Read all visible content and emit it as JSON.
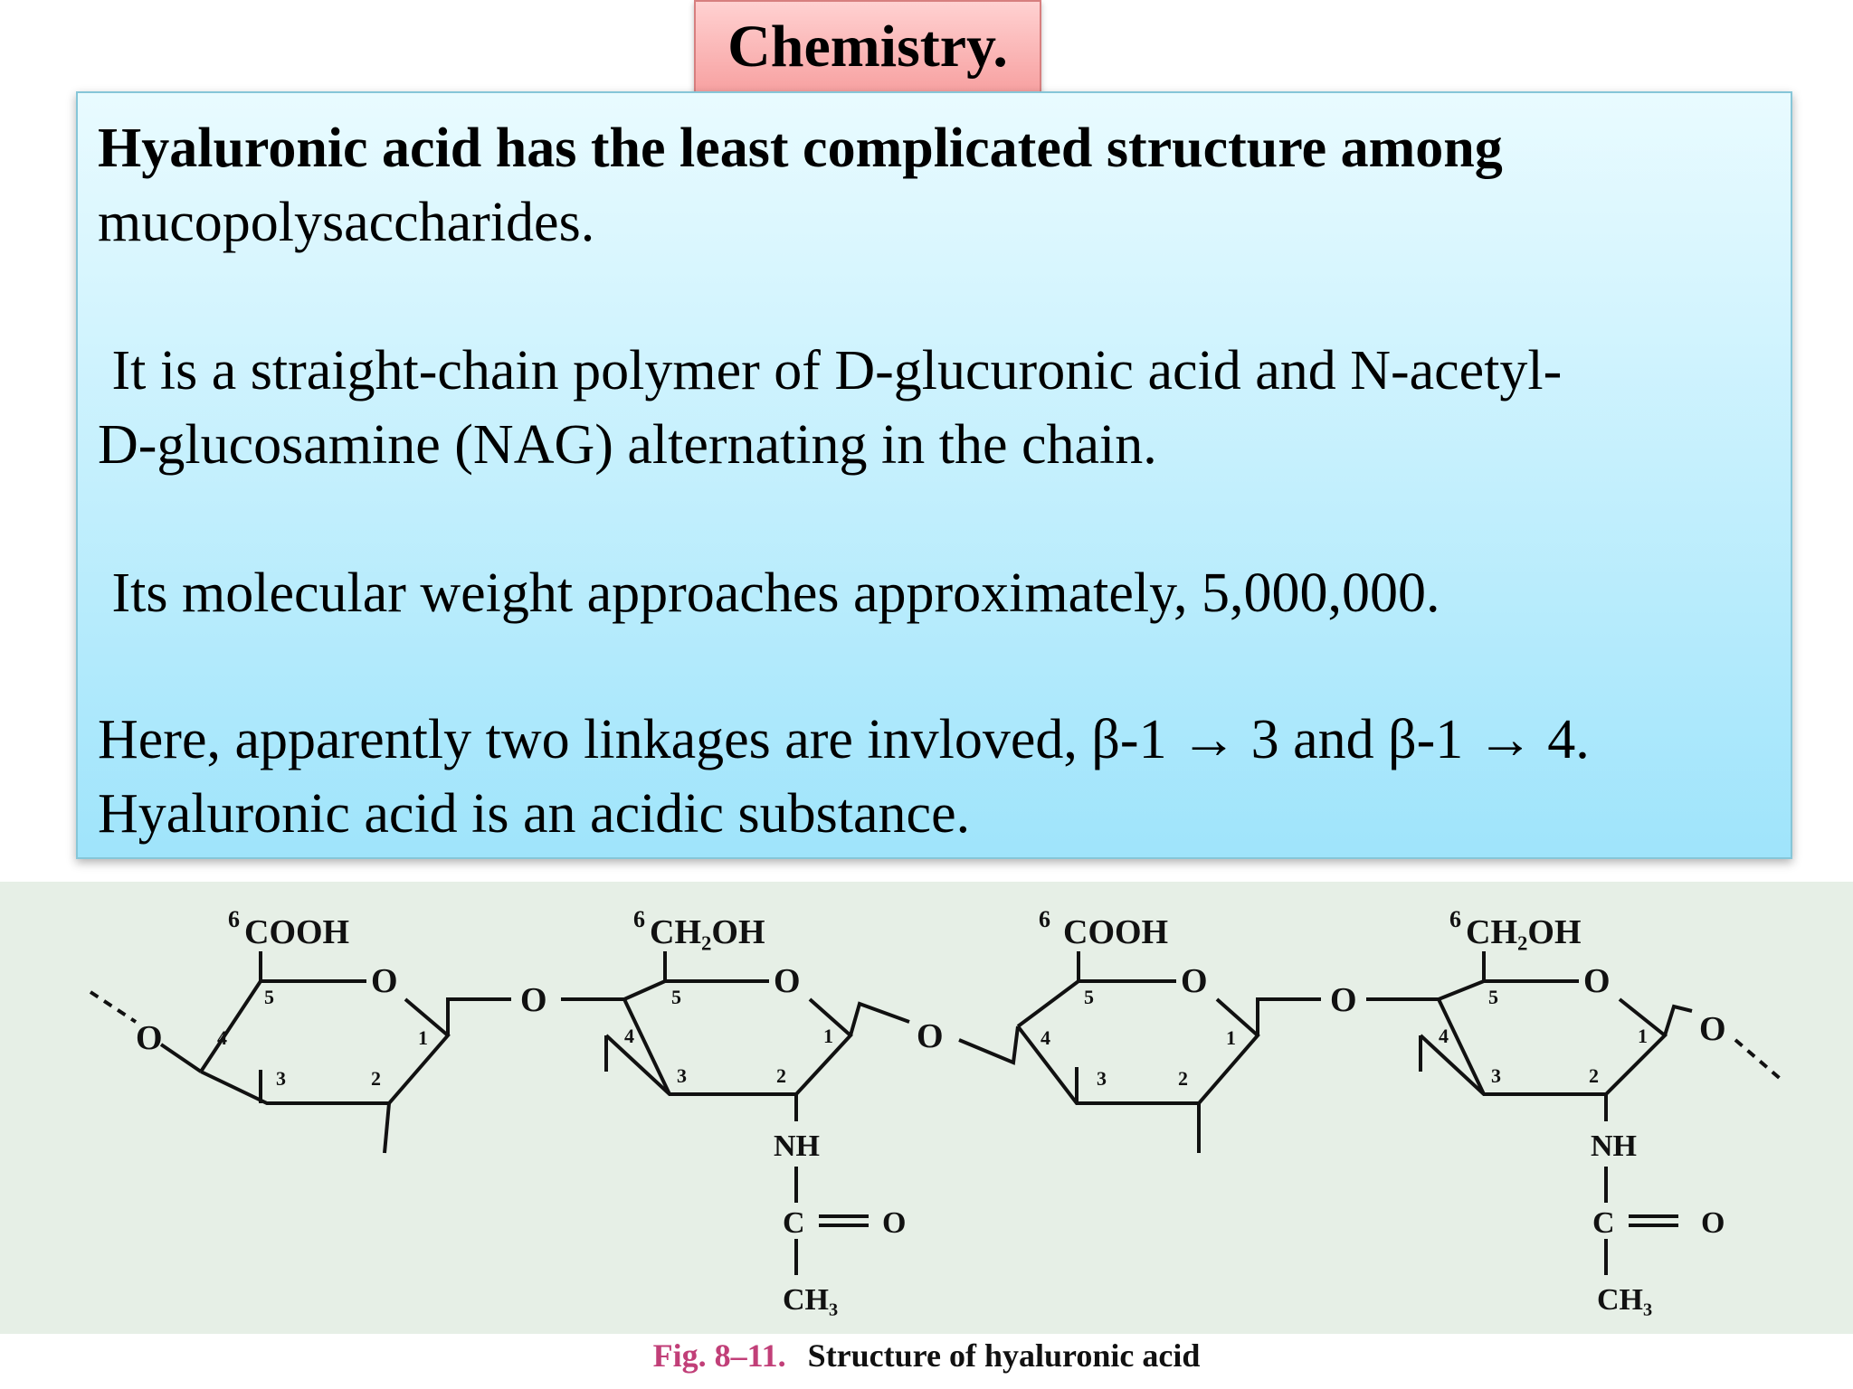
{
  "slide": {
    "title": "Chemistry.",
    "para1_bold": "Hyaluronic acid  has the least complicated structure among",
    "para1_rest": "mucopolysaccharides.",
    "para2_line1": " It is a straight-chain polymer of D-glucuronic acid and N-acetyl-",
    "para2_line2": "D-glucosamine (NAG) alternating in the chain.",
    "para3": " Its molecular weight approaches approximately, 5,000,000.",
    "para4_line1": "Here, apparently two linkages are invloved, β-1 → 3 and β-1 → 4.",
    "para4_line2": "Hyaluronic acid is an acidic substance."
  },
  "figure": {
    "caption_number": "Fig. 8–11.",
    "caption_text": "Structure of hyaluronic acid",
    "units": [
      {
        "top_sup": "6",
        "top_label": "COOH",
        "ring_o": "O",
        "pos5": "5",
        "pos4": "4",
        "pos3": "3",
        "pos2": "2",
        "pos1": "1"
      },
      {
        "top_sup": "6",
        "top_label": "CH₂OH",
        "ring_o": "O",
        "pos5": "5",
        "pos4": "4",
        "pos3": "3",
        "pos2": "2",
        "pos1": "1",
        "nh": "NH",
        "c": "C",
        "o": "O",
        "ch3": "CH₃"
      },
      {
        "top_sup": "6",
        "top_label": "COOH",
        "ring_o": "O",
        "pos5": "5",
        "pos4": "4",
        "pos3": "3",
        "pos2": "2",
        "pos1": "1"
      },
      {
        "top_sup": "6",
        "top_label": "CH₂OH",
        "ring_o": "O",
        "pos5": "5",
        "pos4": "4",
        "pos3": "3",
        "pos2": "2",
        "pos1": "1",
        "nh": "NH",
        "c": "C",
        "o": "O",
        "ch3": "CH₃"
      }
    ],
    "linkage_oxygens": [
      "O",
      "O",
      "O",
      "O",
      "O"
    ]
  }
}
